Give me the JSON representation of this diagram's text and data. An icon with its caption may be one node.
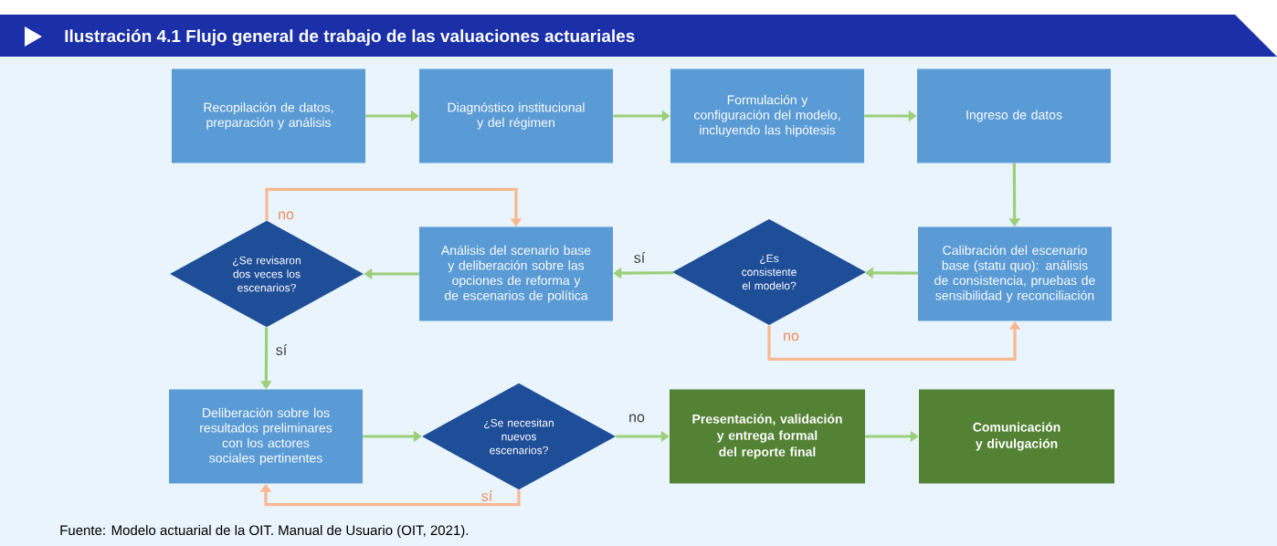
{
  "diagram": {
    "title": "Ilustración 4.1 Flujo general de trabajo de las valuaciones actuariales",
    "caption": "Fuente: Modelo actuarial de la OIT. Manual de Usuario (OIT, 2021).",
    "nodes": [
      {
        "text": [
          "Recopilación de datos, preparación y análisis"
        ]
      },
      {
        "text": [
          "Diagnóstico institucional y del régimen"
        ]
      },
      {
        "text": [
          "Formulación y configuración del modelo, incluyendo las hipótesis"
        ]
      },
      {
        "text": [
          "Ingreso de datos"
        ]
      },
      {
        "text": [
          "Calibración del escenario base (statu quo): análisis de consistencia, pruebas de sensibilidad y reconciliación"
        ]
      },
      {
        "text": [
          "¿Es consistente el modelo?"
        ]
      },
      {
        "text": [
          "Análisis del scenario base y deliberación sobre las opciones de reforma y de escenarios de política"
        ]
      },
      {
        "text": [
          "¿Se revisaron dos veces los escenarios?"
        ]
      },
      {
        "text": [
          "Deliberación sobre los resultados preliminares con los actores sociales pertinentes"
        ]
      },
      {
        "text": [
          "¿Se necesitan nuevos escenarios?"
        ]
      },
      {
        "text": [
          "Presentación, validación y entrega formal del reporte final"
        ]
      },
      {
        "text": [
          "Comunicación y divulgación"
        ]
      }
    ],
    "edges": [
      {
        "from": 0,
        "to": 1,
        "arrow": "to"
      },
      {
        "from": 1,
        "to": 2,
        "arrow": "to"
      },
      {
        "from": 2,
        "to": 3,
        "arrow": "to"
      },
      {
        "from": 3,
        "to": 4,
        "arrow": "to"
      },
      {
        "from": 4,
        "to": 5,
        "arrow": "to"
      },
      {
        "from": 5,
        "to": 6,
        "arrow": "to",
        "label": "sí"
      },
      {
        "from": 5,
        "to": 4,
        "arrow": "to",
        "label": "no",
        "color": "#f7b892"
      },
      {
        "from": 6,
        "to": 7,
        "arrow": "to"
      },
      {
        "from": 7,
        "to": 6,
        "arrow": "to",
        "label": "no",
        "color": "#f7b892"
      },
      {
        "from": 7,
        "to": 8,
        "arrow": "to",
        "label": "sí"
      },
      {
        "from": 8,
        "to": 9,
        "arrow": "to"
      },
      {
        "from": 9,
        "to": 10,
        "arrow": "to",
        "label": "no"
      },
      {
        "from": 9,
        "to": 8,
        "arrow": "to",
        "label": "sí",
        "color": "#f7b892"
      },
      {
        "from": 10,
        "to": 11,
        "arrow": "to"
      }
    ]
  }
}
